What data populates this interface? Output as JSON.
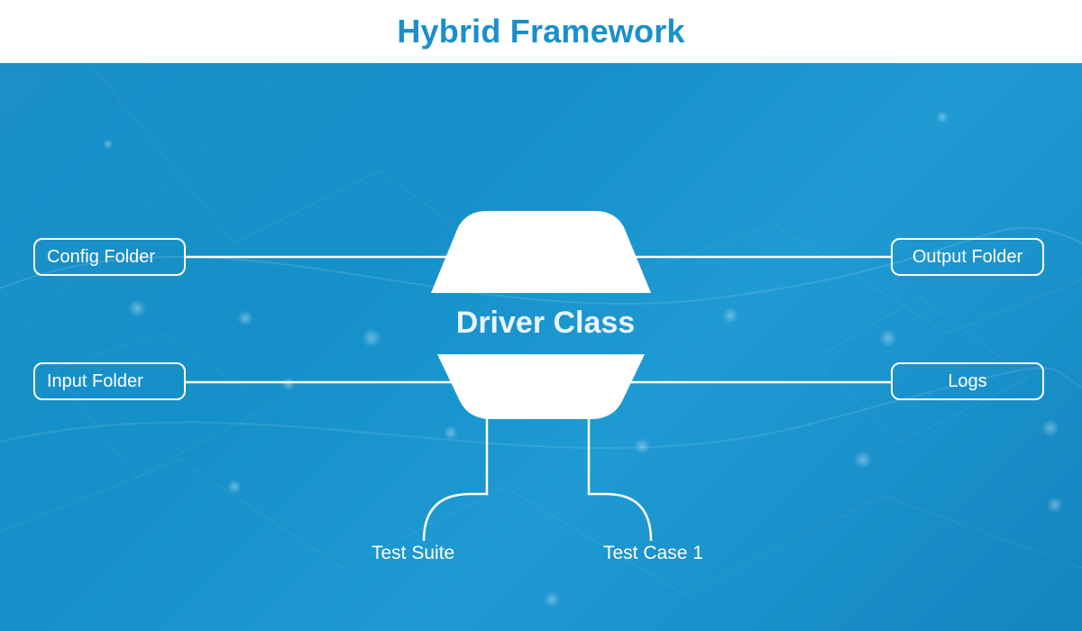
{
  "title": "Hybrid Framework",
  "diagram": {
    "center": {
      "label": "Driver Class"
    },
    "left_nodes": [
      {
        "label": "Config Folder"
      },
      {
        "label": "Input Folder"
      }
    ],
    "right_nodes": [
      {
        "label": "Output Folder"
      },
      {
        "label": "Logs"
      }
    ],
    "bottom_nodes": [
      {
        "label": "Test Suite"
      },
      {
        "label": "Test Case 1"
      }
    ]
  },
  "colors": {
    "title": "#1a8fcb",
    "background": "#1590c8",
    "lines": "#ffffff"
  }
}
